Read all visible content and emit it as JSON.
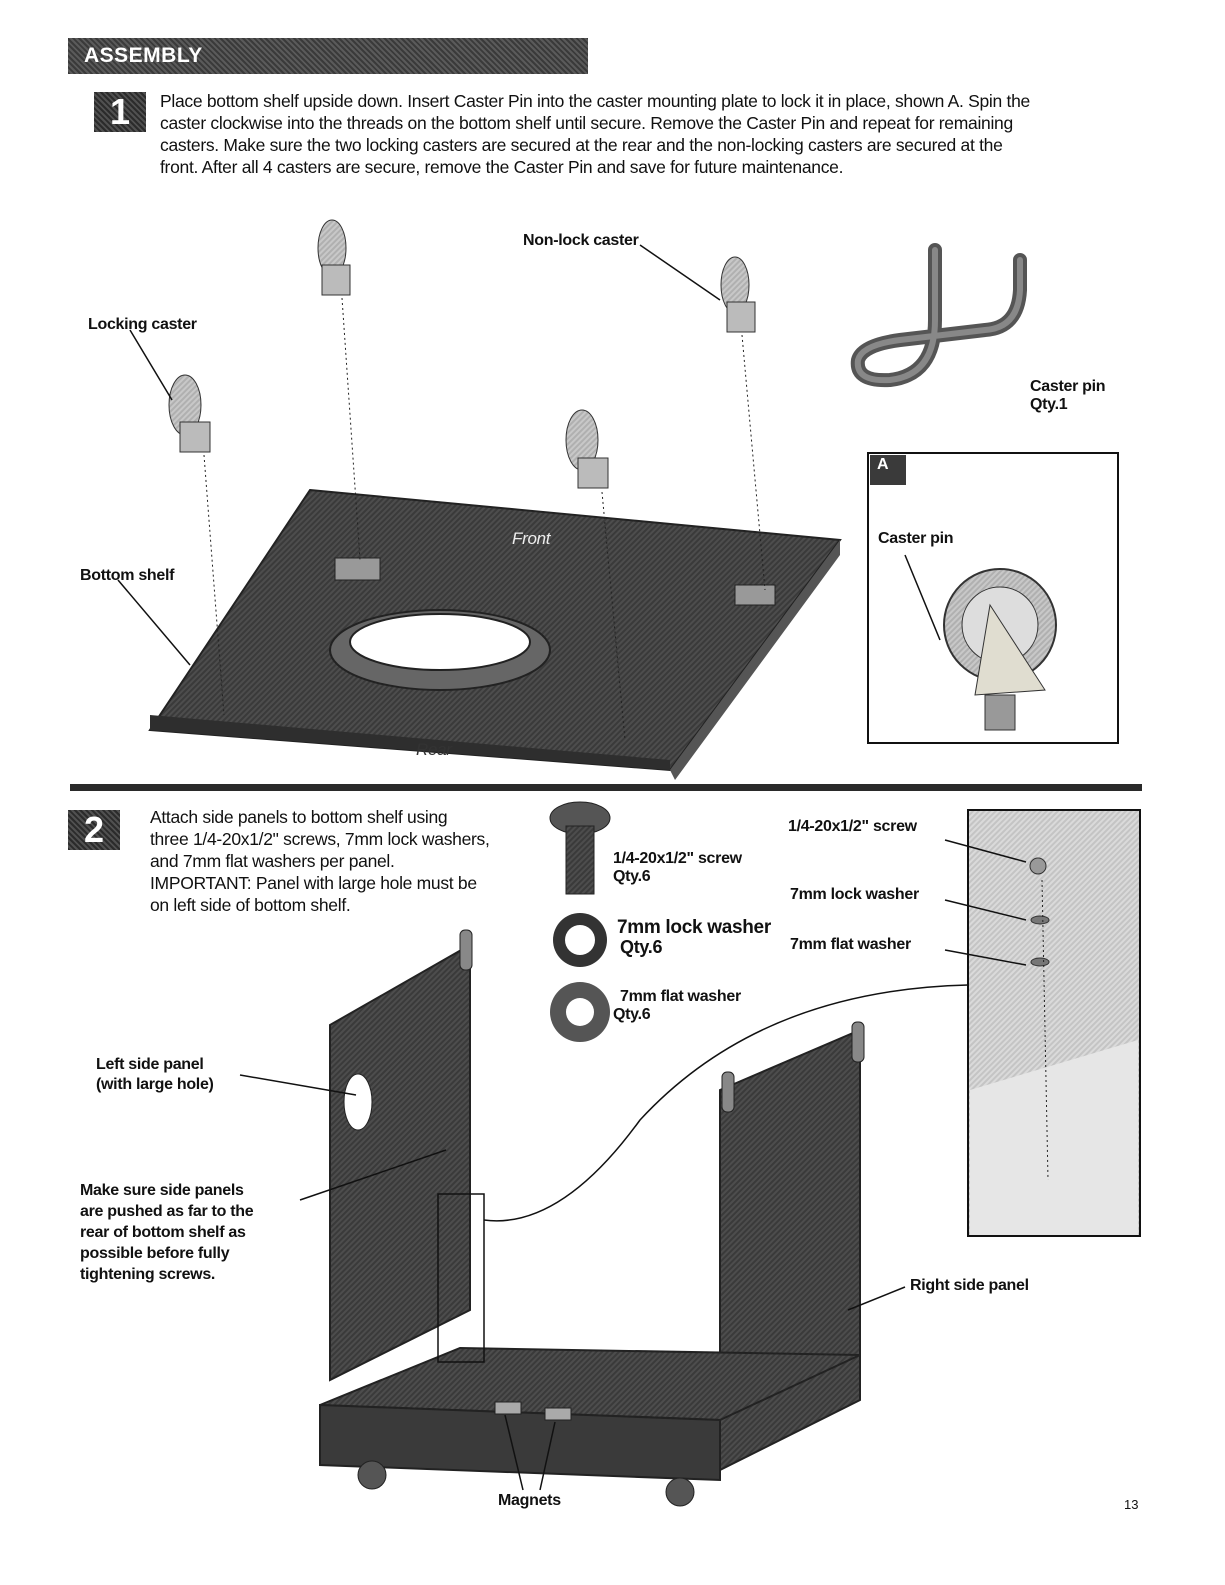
{
  "header": {
    "section_title": "ASSEMBLY"
  },
  "step1": {
    "number": "1",
    "instructions": "Place bottom shelf upside down. Insert Caster Pin into the caster mounting plate to lock it in place, shown A. Spin the caster clockwise into the threads on the bottom shelf until secure. Remove the Caster Pin and repeat for remaining casters. Make sure the two locking casters are secured at the rear and the non-locking casters are secured at the front. After all 4 casters are secure, remove the Caster Pin and save for future maintenance.",
    "labels": {
      "non_lock_caster": "Non-lock caster",
      "locking_caster": "Locking caster",
      "bottom_shelf": "Bottom shelf",
      "front": "Front",
      "rear": "Rear",
      "caster_pin": "Caster pin",
      "caster_pin_qty": "Qty.1"
    },
    "detail_a": {
      "badge": "A",
      "caster_pin_label": "Caster pin"
    }
  },
  "step2": {
    "number": "2",
    "instructions": "Attach side panels to bottom shelf using three 1/4-20x1/2\" screws, 7mm lock washers, and 7mm flat washers per panel. IMPORTANT: Panel with large hole must be on left side of bottom shelf.",
    "parts": {
      "screw_name": "1/4-20x1/2\" screw",
      "screw_qty": "Qty.6",
      "lock_washer_name": "7mm lock washer",
      "lock_washer_qty": "Qty.6",
      "flat_washer_name": "7mm flat washer",
      "flat_washer_qty": "Qty.6"
    },
    "detail_labels": {
      "screw": "1/4-20x1/2\" screw",
      "lock_washer": "7mm lock washer",
      "flat_washer": "7mm flat washer"
    },
    "labels": {
      "left_panel_line1": "Left side panel",
      "left_panel_line2": "(with large hole)",
      "push_note": [
        "Make sure side panels",
        "are pushed as far to the",
        "rear of bottom shelf as",
        "possible before fully",
        "tightening screws."
      ],
      "right_panel": "Right side panel",
      "magnets": "Magnets"
    }
  },
  "footer": {
    "page_number": "13"
  }
}
